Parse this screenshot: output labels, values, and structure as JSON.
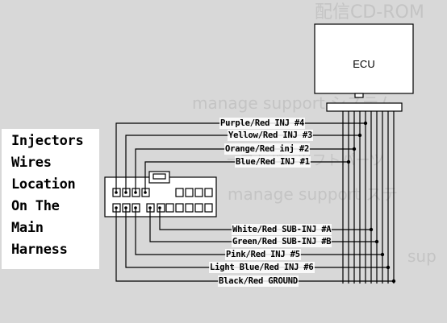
{
  "ecu_label": "ECU",
  "title_lines": [
    "Injectors",
    "Wires",
    "Location",
    "On The",
    "Main",
    "Harness"
  ],
  "wires": [
    {
      "label": "Purple/Red INJ #4"
    },
    {
      "label": "Yellow/Red INJ #3"
    },
    {
      "label": "Orange/Red inj #2"
    },
    {
      "label": "Blue/Red INJ #1"
    },
    {
      "label": "White/Red SUB-INJ #A"
    },
    {
      "label": "Green/Red SUB-INJ #B"
    },
    {
      "label": "Pink/Red INJ #5"
    },
    {
      "label": "Light Blue/Red INJ #6"
    },
    {
      "label": "Black/Red GROUND"
    }
  ],
  "watermark_lines": [
    "配信CD-ROM",
    "manage support システム",
    "ーフトパーツフトパーツ",
    "manage support ステ",
    "sup"
  ],
  "colors": {
    "background": "#d8d8d8",
    "panel": "#ffffff",
    "line": "#000000",
    "watermark": "#c4c4c4"
  }
}
